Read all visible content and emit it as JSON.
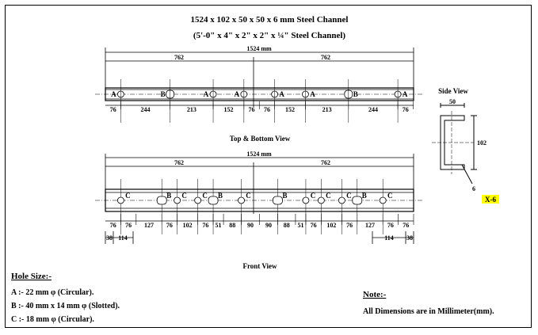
{
  "title_main": "1524 x 102 x 50 x 50 x 6 mm Steel Channel",
  "title_sub": "(5'-0\" x 4\" x 2\" x 2\" x ¼\" Steel Channel)",
  "top_view": {
    "label": "Top & Bottom View",
    "overall": "1524 mm",
    "halves": [
      "762",
      "762"
    ],
    "dims": [
      "76",
      "244",
      "213",
      "152",
      "76",
      "76",
      "152",
      "213",
      "244",
      "76"
    ],
    "holes": [
      "A",
      "B",
      "A",
      "A",
      "A",
      "A",
      "B",
      "A"
    ]
  },
  "front_view": {
    "label": "Front View",
    "overall": "1524 mm",
    "halves": [
      "762",
      "762"
    ],
    "dims": [
      "76",
      "76",
      "127",
      "76",
      "102",
      "76",
      "51",
      "88",
      "90",
      "90",
      "88",
      "51",
      "76",
      "102",
      "76",
      "127",
      "76",
      "76"
    ],
    "holes": [
      "C",
      "B",
      "C",
      "C",
      "B",
      "C",
      "B",
      "C",
      "C",
      "C",
      "B",
      "C"
    ],
    "end_dims_left": [
      "38",
      "114"
    ],
    "end_dims_right": [
      "114",
      "38"
    ]
  },
  "side_view": {
    "label": "Side View",
    "width": "50",
    "height": "102",
    "thickness": "6",
    "tag": "X-6",
    "tag_color": "#ffff00"
  },
  "hole_size": {
    "heading": "Hole Size:-",
    "items": [
      "A :- 22 mm φ (Circular).",
      "B :- 40 mm x 14 mm φ (Slotted).",
      "C :- 18 mm φ (Circular)."
    ]
  },
  "note": {
    "heading": "Note:-",
    "text": "All Dimensions are in Millimeter(mm)."
  }
}
